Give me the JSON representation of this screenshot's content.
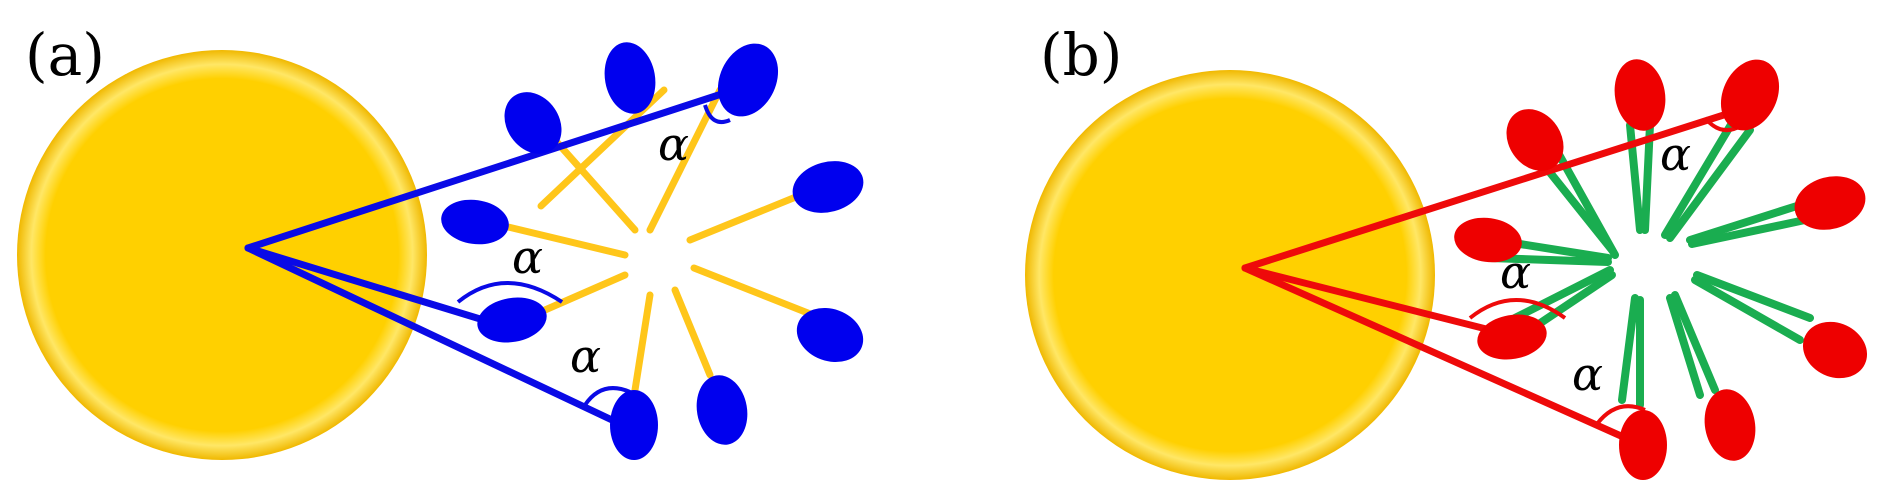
{
  "panels": [
    {
      "label": "(a)",
      "angle_symbol": "α",
      "colors": {
        "lines": "#0a0ae6",
        "heads": "#0000ee",
        "tails": "#ffc61a",
        "sphere": "#ffd21a"
      }
    },
    {
      "label": "(b)",
      "angle_symbol": "α",
      "colors": {
        "lines": "#ee0a0a",
        "heads": "#ee0000",
        "tails": "#1aad50",
        "sphere": "#ffd21a"
      }
    }
  ]
}
